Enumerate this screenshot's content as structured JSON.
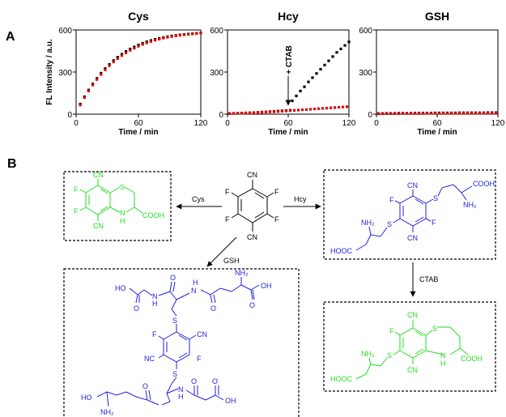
{
  "panels": {
    "a": "A",
    "b": "B"
  },
  "chart_data": [
    {
      "type": "scatter",
      "title": "Cys",
      "xlabel": "Time / min",
      "ylabel": "FL Intensity / a.u.",
      "xlim": [
        0,
        120
      ],
      "ylim": [
        0,
        600
      ],
      "xticks": [
        0,
        60,
        120
      ],
      "yticks": [
        0,
        300,
        600
      ],
      "series": [
        {
          "color": "#000000",
          "x": [
            4,
            8,
            12,
            16,
            20,
            24,
            28,
            32,
            36,
            40,
            44,
            48,
            52,
            56,
            60,
            64,
            68,
            72,
            76,
            80,
            84,
            88,
            92,
            96,
            100,
            104,
            108,
            112,
            116,
            120
          ],
          "y": [
            72,
            124,
            172,
            215,
            255,
            292,
            325,
            355,
            382,
            406,
            427,
            447,
            464,
            479,
            493,
            505,
            516,
            525,
            533,
            540,
            546,
            552,
            557,
            561,
            565,
            568,
            571,
            574,
            576,
            578
          ]
        },
        {
          "color": "#e00000",
          "x": [
            4,
            8,
            12,
            16,
            20,
            24,
            28,
            32,
            36,
            40,
            44,
            48,
            52,
            56,
            60,
            64,
            68,
            72,
            76,
            80,
            84,
            88,
            92,
            96,
            100,
            104,
            108,
            112,
            116,
            120
          ],
          "y": [
            65,
            118,
            165,
            208,
            247,
            283,
            316,
            345,
            372,
            396,
            418,
            437,
            455,
            470,
            484,
            497,
            508,
            518,
            527,
            535,
            542,
            548,
            553,
            558,
            562,
            566,
            569,
            572,
            575,
            578
          ]
        }
      ]
    },
    {
      "type": "scatter",
      "title": "Hcy",
      "xlabel": "Time / min",
      "xlim": [
        0,
        120
      ],
      "ylim": [
        0,
        600
      ],
      "xticks": [
        0,
        60,
        120
      ],
      "yticks": [
        0,
        300,
        600
      ],
      "annotation": "+ CTAB",
      "annotation_at": [
        60,
        30
      ],
      "series": [
        {
          "color": "#000000",
          "x": [
            2,
            6,
            10,
            14,
            18,
            22,
            26,
            30,
            34,
            38,
            42,
            46,
            50,
            54,
            58,
            62,
            64,
            68,
            72,
            76,
            80,
            84,
            88,
            92,
            96,
            100,
            104,
            108,
            112,
            116,
            120
          ],
          "y": [
            5,
            6,
            7,
            8,
            9,
            10,
            11,
            13,
            15,
            16,
            18,
            20,
            22,
            24,
            26,
            28,
            95,
            130,
            165,
            195,
            230,
            260,
            290,
            320,
            350,
            380,
            410,
            440,
            465,
            490,
            515
          ]
        },
        {
          "color": "#e00000",
          "x": [
            2,
            6,
            10,
            14,
            18,
            22,
            26,
            30,
            34,
            38,
            42,
            46,
            50,
            54,
            58,
            62,
            66,
            70,
            74,
            78,
            82,
            86,
            90,
            94,
            98,
            102,
            106,
            110,
            114,
            118
          ],
          "y": [
            4,
            5,
            6,
            7,
            8,
            9,
            10,
            11,
            13,
            14,
            16,
            17,
            19,
            21,
            23,
            25,
            27,
            29,
            31,
            33,
            35,
            37,
            39,
            41,
            43,
            45,
            47,
            49,
            51,
            53
          ]
        }
      ]
    },
    {
      "type": "scatter",
      "title": "GSH",
      "xlabel": "Time / min",
      "xlim": [
        0,
        120
      ],
      "ylim": [
        0,
        600
      ],
      "xticks": [
        0,
        60,
        120
      ],
      "yticks": [
        0,
        300,
        600
      ],
      "series": [
        {
          "color": "#000000",
          "x": [
            2,
            6,
            10,
            14,
            18,
            22,
            26,
            30,
            34,
            38,
            42,
            46,
            50,
            54,
            58,
            62,
            66,
            70,
            74,
            78,
            82,
            86,
            90,
            94,
            98,
            102,
            106,
            110,
            114,
            118
          ],
          "y": [
            5,
            5,
            6,
            6,
            6,
            7,
            7,
            7,
            7,
            8,
            8,
            8,
            8,
            8,
            9,
            9,
            9,
            9,
            9,
            9,
            10,
            10,
            10,
            10,
            10,
            10,
            10,
            11,
            11,
            11
          ]
        },
        {
          "color": "#e00000",
          "x": [
            2,
            6,
            10,
            14,
            18,
            22,
            26,
            30,
            34,
            38,
            42,
            46,
            50,
            54,
            58,
            62,
            66,
            70,
            74,
            78,
            82,
            86,
            90,
            94,
            98,
            102,
            106,
            110,
            114,
            118
          ],
          "y": [
            3,
            3,
            4,
            4,
            4,
            4,
            5,
            5,
            5,
            5,
            5,
            5,
            6,
            6,
            6,
            6,
            6,
            6,
            6,
            6,
            6,
            7,
            7,
            7,
            7,
            7,
            7,
            7,
            7,
            7
          ]
        }
      ]
    }
  ],
  "scheme": {
    "colors": {
      "product": "#22dd22",
      "adduct": "#2222dd",
      "reagent": "#000000"
    },
    "arrows": {
      "cys": "Cys",
      "hcy": "Hcy",
      "gsh": "GSH",
      "ctab": "CTAB"
    },
    "center": {
      "cn_top": "CN",
      "cn_bottom": "CN",
      "f": "F"
    },
    "cys_product": {
      "cn_top": "CN",
      "cn_bottom": "CN",
      "f": "F",
      "s": "S",
      "n": "N",
      "h": "H",
      "cooh": "COOH"
    },
    "hcy_adduct": {
      "cn": "CN",
      "f": "F",
      "s": "S",
      "nh2": "NH₂",
      "cooh": "COOH",
      "hooc": "HOOC"
    },
    "hcy_product": {
      "cn": "CN",
      "f": "F",
      "s": "S",
      "n": "N",
      "h": "H",
      "nh2": "NH₂",
      "cooh": "COOH",
      "hooc": "HOOC"
    },
    "gsh_adduct": {
      "ho": "HO",
      "oh": "OH",
      "o": "O",
      "n": "N",
      "h": "H",
      "nh2": "NH₂",
      "s": "S",
      "f": "F",
      "cn": "CN",
      "nc": "NC"
    }
  }
}
